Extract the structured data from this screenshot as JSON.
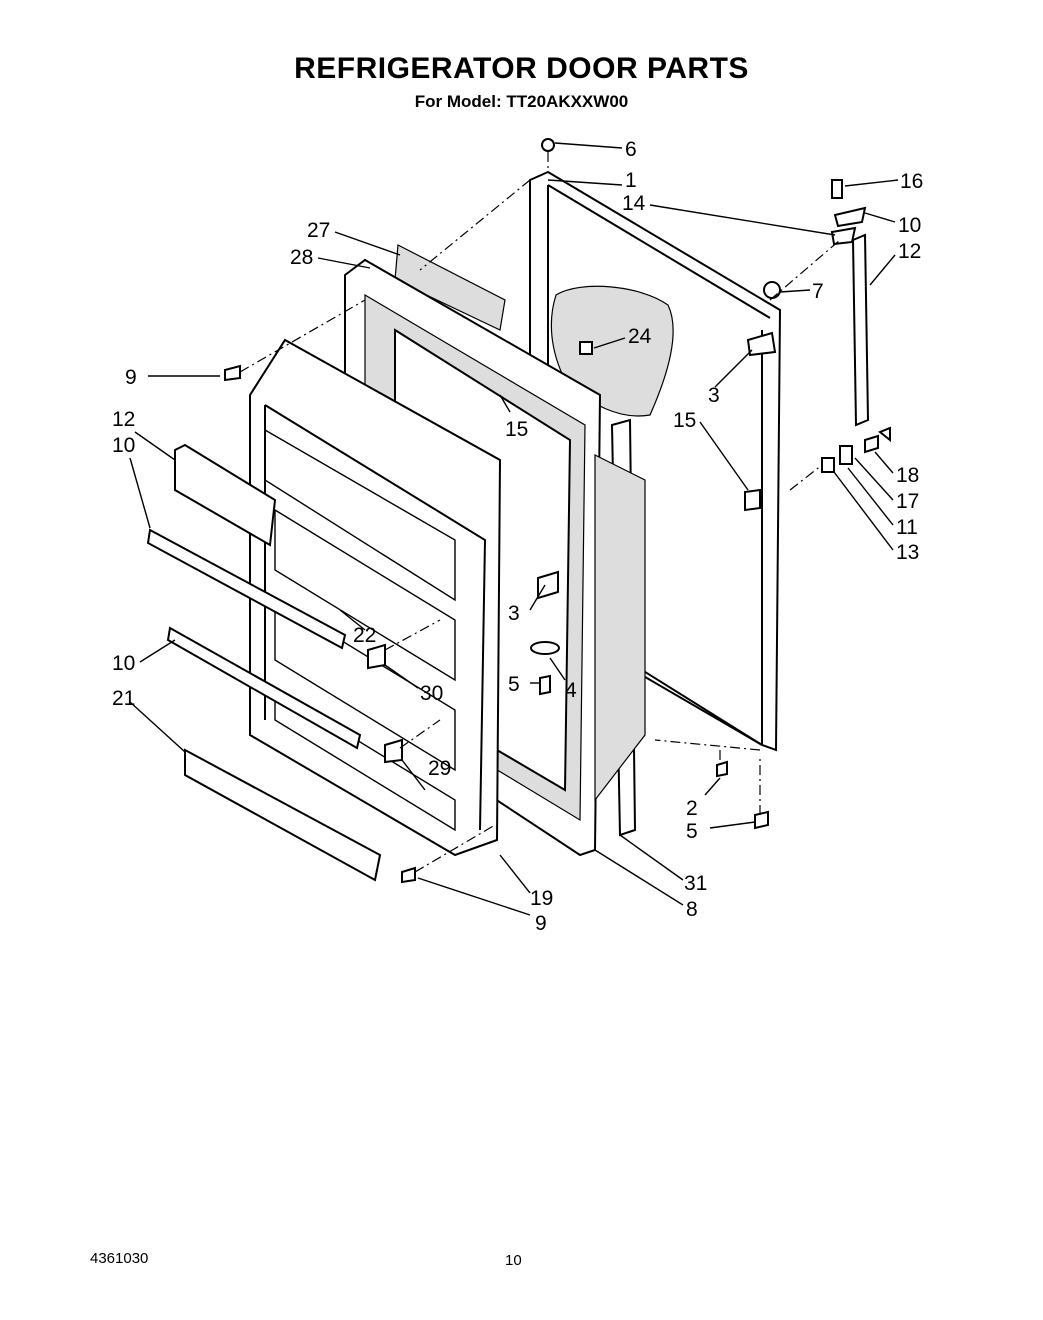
{
  "header": {
    "title": "REFRIGERATOR DOOR PARTS",
    "subtitle": "For Model: TT20AKXXW00"
  },
  "footer": {
    "doc_number": "4361030",
    "page_number": "10"
  },
  "callouts": [
    {
      "id": "c6",
      "label": "6"
    },
    {
      "id": "c1",
      "label": "1"
    },
    {
      "id": "c16",
      "label": "16"
    },
    {
      "id": "c14",
      "label": "14"
    },
    {
      "id": "c10a",
      "label": "10"
    },
    {
      "id": "c27",
      "label": "27"
    },
    {
      "id": "c12a",
      "label": "12"
    },
    {
      "id": "c28",
      "label": "28"
    },
    {
      "id": "c7",
      "label": "7"
    },
    {
      "id": "c24",
      "label": "24"
    },
    {
      "id": "c9a",
      "label": "9"
    },
    {
      "id": "c3a",
      "label": "3"
    },
    {
      "id": "c15a",
      "label": "15"
    },
    {
      "id": "c15b",
      "label": "15"
    },
    {
      "id": "c12b",
      "label": "12"
    },
    {
      "id": "c10b",
      "label": "10"
    },
    {
      "id": "c18",
      "label": "18"
    },
    {
      "id": "c17",
      "label": "17"
    },
    {
      "id": "c11",
      "label": "11"
    },
    {
      "id": "c13",
      "label": "13"
    },
    {
      "id": "c3b",
      "label": "3"
    },
    {
      "id": "c22",
      "label": "22"
    },
    {
      "id": "c10c",
      "label": "10"
    },
    {
      "id": "c5a",
      "label": "5"
    },
    {
      "id": "c4",
      "label": "4"
    },
    {
      "id": "c30",
      "label": "30"
    },
    {
      "id": "c21",
      "label": "21"
    },
    {
      "id": "c29",
      "label": "29"
    },
    {
      "id": "c2",
      "label": "2"
    },
    {
      "id": "c5b",
      "label": "5"
    },
    {
      "id": "c31",
      "label": "31"
    },
    {
      "id": "c19",
      "label": "19"
    },
    {
      "id": "c8",
      "label": "8"
    },
    {
      "id": "c9b",
      "label": "9"
    }
  ]
}
